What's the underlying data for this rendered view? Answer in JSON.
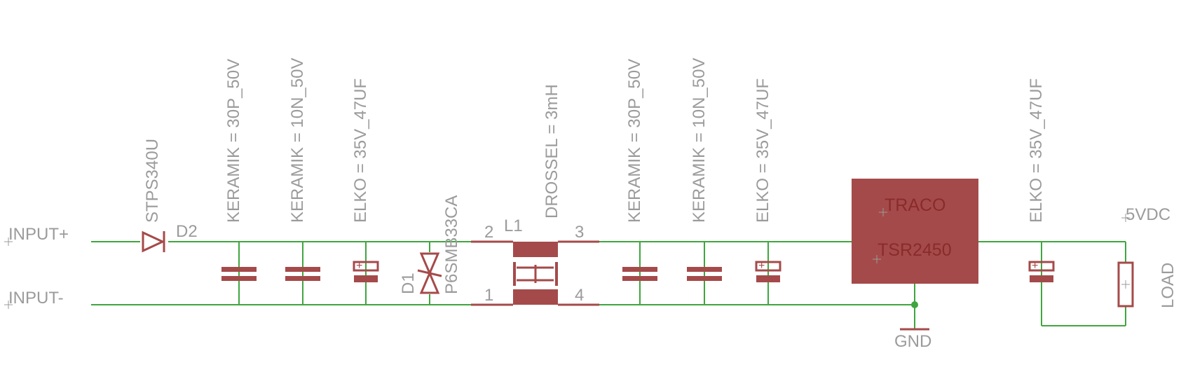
{
  "labels": {
    "input_plus": "INPUT+",
    "input_minus": "INPUT-",
    "d2_name": "D2",
    "d2_value": "STPS340U",
    "c1_value": "KERAMIK = 30P_50V",
    "c2_value": "KERAMIK = 10N_50V",
    "c3_value": "ELKO = 35V_47UF",
    "d1_name": "D1",
    "d1_value": "P6SMB33CA",
    "l1_name": "L1",
    "l1_value": "DROSSEL = 3mH",
    "l1_pin1": "1",
    "l1_pin2": "2",
    "l1_pin3": "3",
    "l1_pin4": "4",
    "c4_value": "KERAMIK = 30P_50V",
    "c5_value": "KERAMIK = 10N_50V",
    "c6_value": "ELKO = 35V_47UF",
    "reg_line1": "TRACO",
    "reg_line2": "TSR2450",
    "gnd": "GND",
    "c7_value": "ELKO = 35V_47UF",
    "out_5v": "5VDC",
    "load": "LOAD"
  },
  "colors": {
    "wire": "#3fa63f",
    "symbol": "#a54a4a",
    "label": "#9b9b9b",
    "junction": "#3fa63f"
  }
}
